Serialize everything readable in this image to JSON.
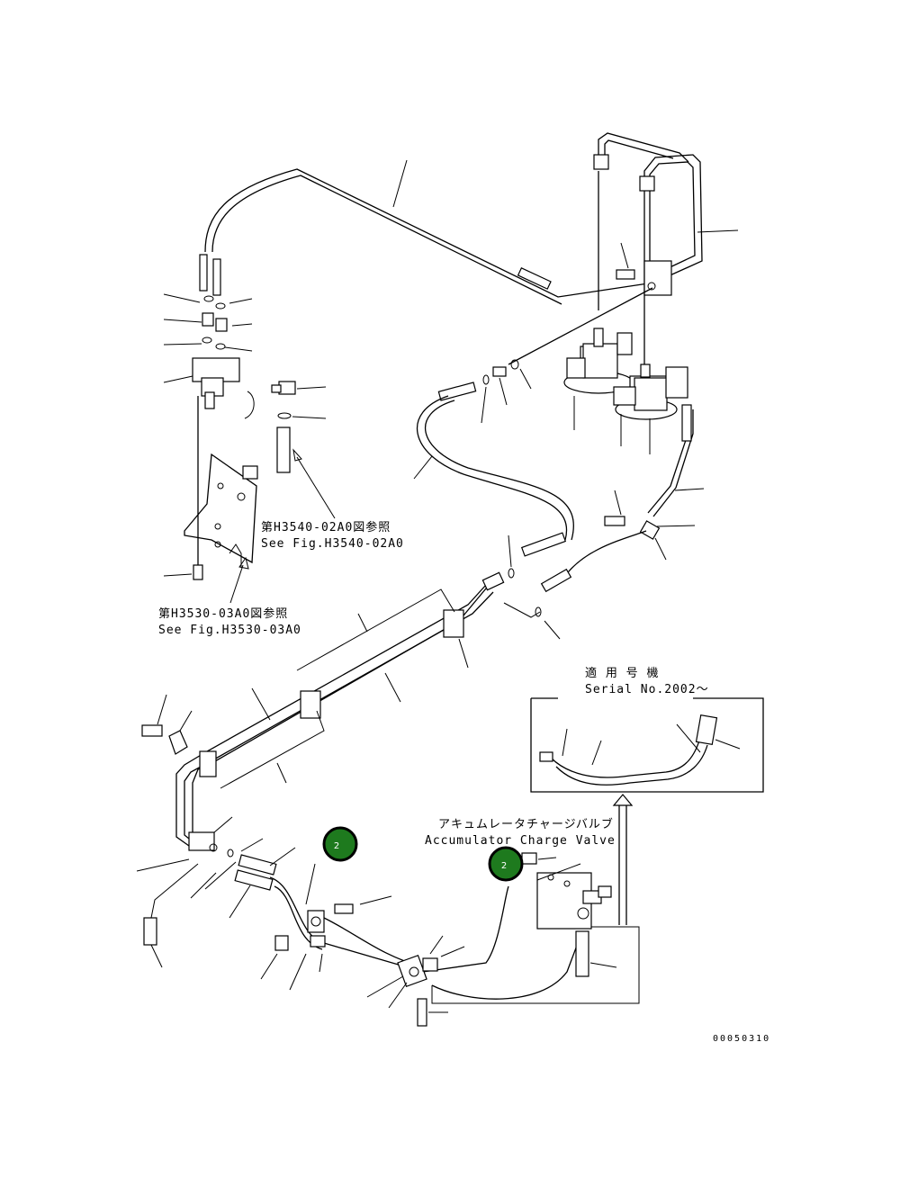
{
  "refs": {
    "h3540_jp": "第H3540-02A0図参照",
    "h3540_en": "See Fig.H3540-02A0",
    "h3530_jp": "第H3530-03A0図参照",
    "h3530_en": "See Fig.H3530-03A0"
  },
  "serial": {
    "jp": "適 用 号 機",
    "en": "Serial No.2002～"
  },
  "accumulator": {
    "jp": "アキュムレータチャージバルブ",
    "en": "Accumulator Charge Valve"
  },
  "badges": [
    {
      "label": "2"
    },
    {
      "label": "2"
    }
  ],
  "drawing_number": "00050310"
}
